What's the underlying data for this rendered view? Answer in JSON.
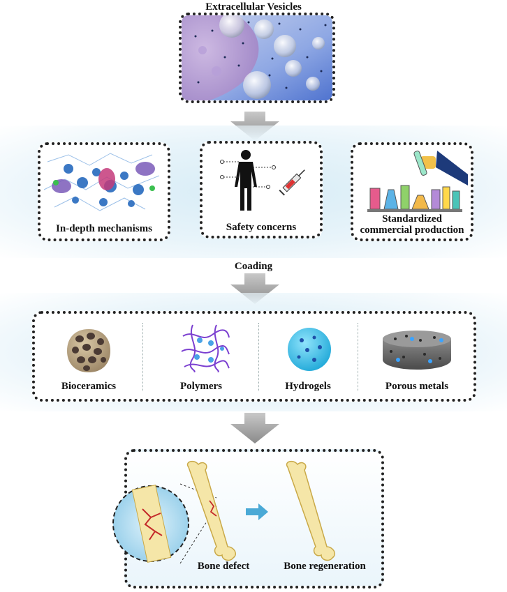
{
  "title": "Extracellular Vesicles",
  "challenges": {
    "items": [
      {
        "label": "In-depth mechanisms"
      },
      {
        "label": "Safety concerns"
      },
      {
        "label_line1": "Standardized",
        "label_line2": "commercial production"
      }
    ]
  },
  "loading_label": "Coading",
  "materials": {
    "items": [
      {
        "label": "Bioceramics"
      },
      {
        "label": "Polymers"
      },
      {
        "label": "Hydrogels"
      },
      {
        "label": "Porous metals"
      }
    ]
  },
  "outcome": {
    "defect_label": "Bone defect",
    "regeneration_label": "Bone regeneration"
  },
  "colors": {
    "ev_purple": "#b9a3d6",
    "ev_blue": "#5b7fd4",
    "arrow_gray": "#9a9a9a",
    "band_blue": "#d7ecf6",
    "bone": "#f5e6a8",
    "hydrogel": "#39c2ea",
    "transition_arrow": "#4aa9d6"
  }
}
